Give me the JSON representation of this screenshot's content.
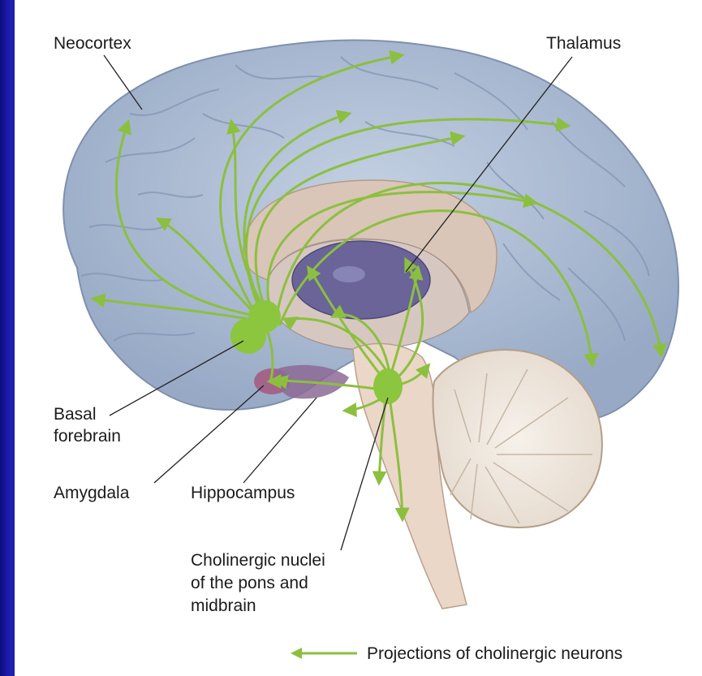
{
  "labels": {
    "neocortex": "Neocortex",
    "thalamus": "Thalamus",
    "basal_forebrain_line1": "Basal",
    "basal_forebrain_line2": "forebrain",
    "amygdala": "Amygdala",
    "hippocampus": "Hippocampus",
    "cholinergic_line1": "Cholinergic nuclei",
    "cholinergic_line2": "of the pons and",
    "cholinergic_line3": "midbrain"
  },
  "legend": {
    "text": "Projections of cholinergic neurons",
    "arrow_color": "#8cbf3f"
  },
  "colors": {
    "background_border": "#1f1fb0",
    "cortex": "#aebfd6",
    "cortex_dark": "#8ea2bf",
    "corpus_callosum": "#d9c6b8",
    "thalamus": "#5f5a8f",
    "brainstem": "#ead7c8",
    "cerebellum": "#f2ece4",
    "projections": "#8cbf3f",
    "nuclei": "#8cc63f",
    "amygdala": "#a4577f"
  }
}
